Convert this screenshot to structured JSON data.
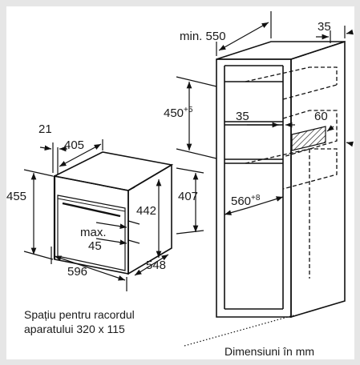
{
  "oven": {
    "label_depth_front": "21",
    "label_width_top": "405",
    "label_height": "455",
    "label_inner_height": "442",
    "label_niche_height": "407",
    "label_max": "max.",
    "label_max_value": "45",
    "label_width": "596",
    "label_depth": "548"
  },
  "cabinet": {
    "label_min": "min. 550",
    "label_top_right": "35",
    "label_niche_height": "450",
    "label_niche_height_sup": "+5",
    "label_shelf": "35",
    "label_vent": "60",
    "label_inner_width": "560",
    "label_inner_width_sup": "+8"
  },
  "notes": {
    "connection_line1": "Spațiu pentru racordul",
    "connection_line2": "aparatului 320 x 115",
    "units": "Dimensiuni în mm"
  }
}
